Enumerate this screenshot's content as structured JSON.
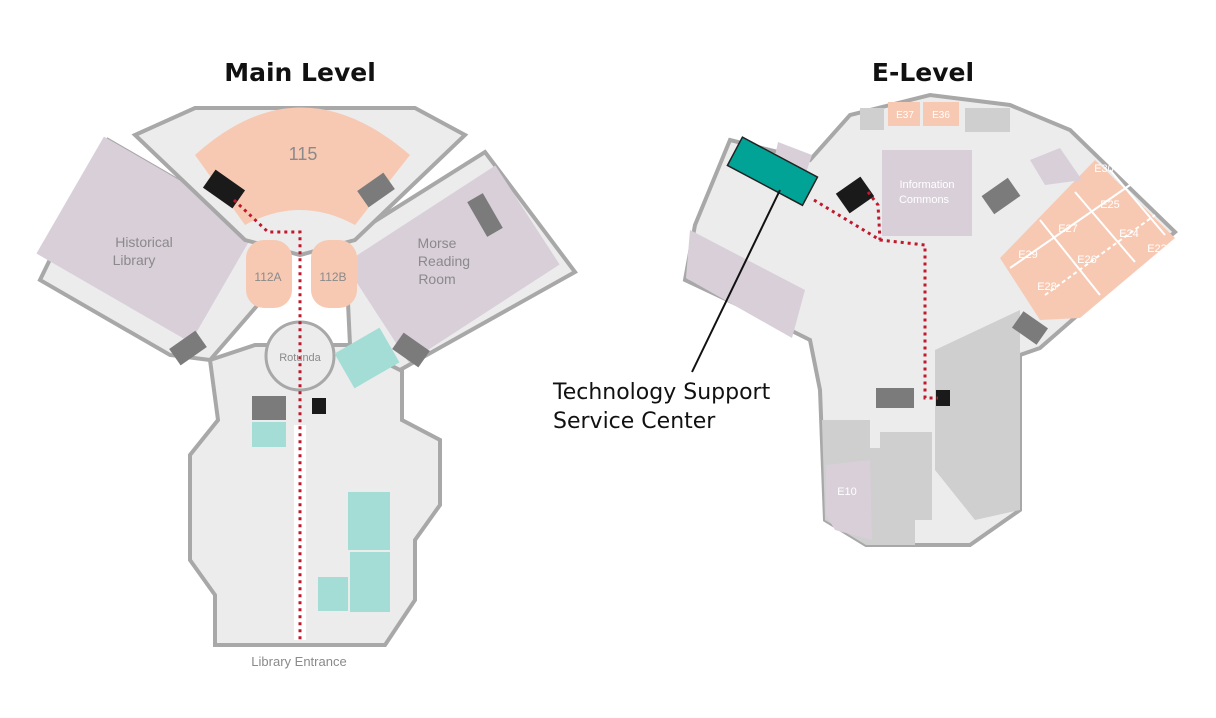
{
  "maps": {
    "main": {
      "title": "Main Level",
      "rooms": {
        "r115": "115",
        "r112a": "112A",
        "r112b": "112B",
        "historical_1": "Historical",
        "historical_2": "Library",
        "morse_1": "Morse",
        "morse_2": "Reading",
        "morse_3": "Room",
        "rotunda": "Rotunda"
      },
      "entrance": "Library Entrance"
    },
    "e_level": {
      "title": "E-Level",
      "rooms": {
        "info_1": "Information",
        "info_2": "Commons",
        "e37": "E37",
        "e36": "E36",
        "e30": "E30",
        "e25": "E25",
        "e27": "E27",
        "e24": "E24",
        "e23": "E23",
        "e29": "E29",
        "e26": "E26",
        "e28": "E28",
        "e10": "E10"
      }
    }
  },
  "callout": {
    "line1": "Technology Support",
    "line2": "Service Center"
  },
  "colors": {
    "wall": "#a8a8a8",
    "floor": "#ececec",
    "room_salmon": "#f7c9b3",
    "room_purple": "#d9cfd9",
    "room_teal": "#a4ddd6",
    "highlight": "#00a396",
    "route": "#c0182c",
    "stairs": "#7b7b7b"
  }
}
